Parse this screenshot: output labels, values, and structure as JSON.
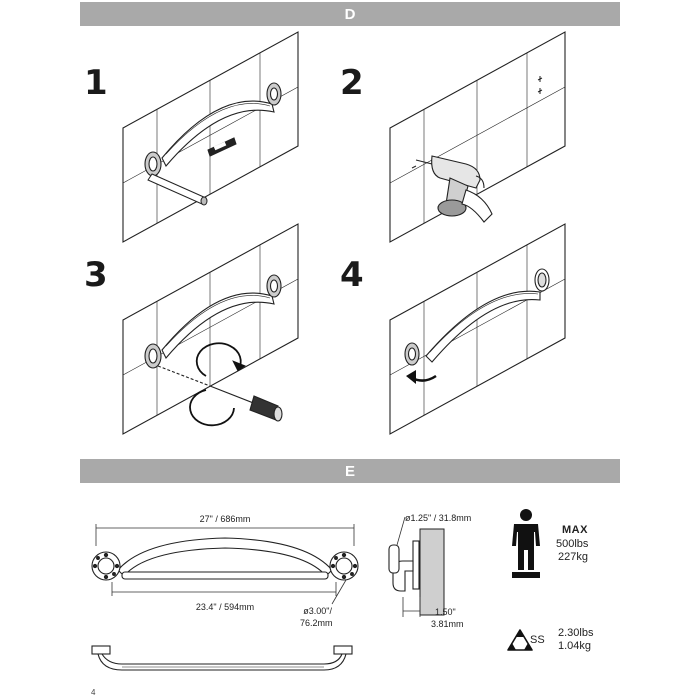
{
  "sections": [
    {
      "letter": "D"
    },
    {
      "letter": "E"
    }
  ],
  "steps": [
    "1",
    "2",
    "3",
    "4"
  ],
  "dimensions": {
    "overall_length": "27\" / 686mm",
    "center_length": "23.4\" / 594mm",
    "flange_diameter_in": "ø3.00\"/",
    "flange_diameter_mm": "76.2mm",
    "grip_diameter": "ø1.25\" / 31.8mm",
    "wall_clearance_in": "1.50\"",
    "wall_clearance_mm": "3.81mm"
  },
  "load": {
    "label": "MAX",
    "lbs": "500lbs",
    "kg": "227kg"
  },
  "material": {
    "code": "SS",
    "weight_lbs": "2.30lbs",
    "weight_kg": "1.04kg"
  },
  "icons": [
    "person-load-icon",
    "recycle-icon"
  ],
  "colors": {
    "banner": "#a9a9a9"
  },
  "page_number": "4"
}
